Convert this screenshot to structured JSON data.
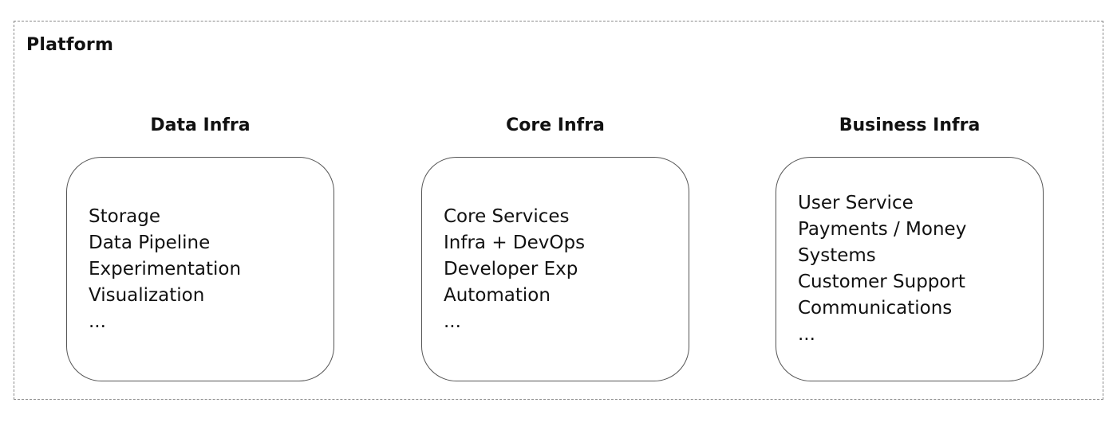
{
  "platform": {
    "title": "Platform"
  },
  "columns": [
    {
      "title": "Data Infra",
      "items": [
        "Storage",
        "Data Pipeline",
        "Experimentation",
        "Visualization",
        "..."
      ]
    },
    {
      "title": "Core Infra",
      "items": [
        "Core Services",
        "Infra + DevOps",
        "Developer Exp",
        "Automation",
        "..."
      ]
    },
    {
      "title": "Business Infra",
      "items": [
        "User Service",
        "Payments / Money",
        "Systems",
        "Customer Support",
        "Communications",
        "..."
      ]
    }
  ]
}
